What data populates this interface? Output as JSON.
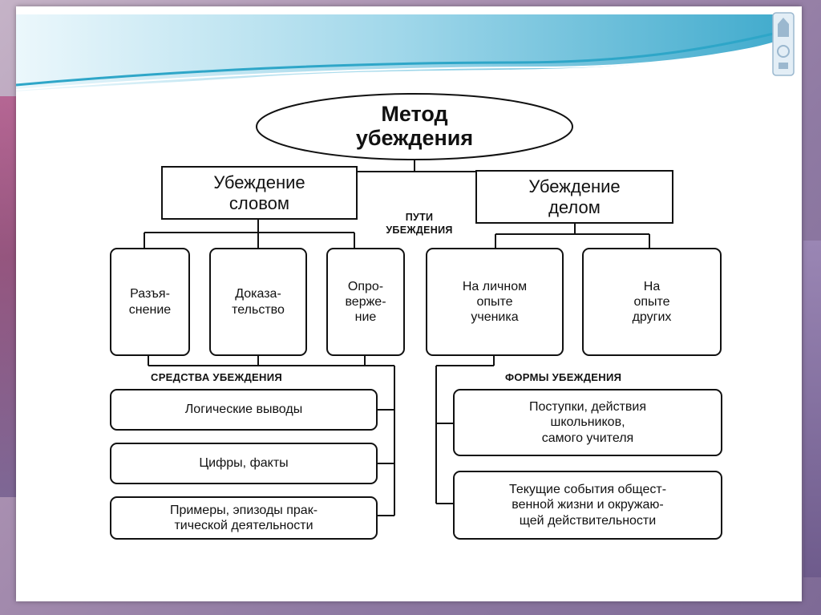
{
  "diagram": {
    "root": "Метод\nубеждения",
    "branches": {
      "word": "Убеждение\nсловом",
      "deed": "Убеждение\nделом"
    },
    "ways_label": "ПУТИ\nУБЕЖДЕНИЯ",
    "word_ways": [
      "Разъя-\nснение",
      "Доказа-\nтельство",
      "Опро-\nверже-\nние"
    ],
    "deed_ways": [
      "На личном\nопыте\nученика",
      "На\nопыте\nдругих"
    ],
    "means_label": "СРЕДСТВА УБЕЖДЕНИЯ",
    "means": [
      "Логические выводы",
      "Цифры, факты",
      "Примеры, эпизоды прак-\nтической деятельности"
    ],
    "forms_label": "ФОРМЫ УБЕЖДЕНИЯ",
    "forms": [
      "Поступки, действия\nшкольников,\nсамого учителя",
      "Текущие события общест-\nвенной жизни и окружаю-\nщей действительности"
    ]
  },
  "colors": {
    "wave_blue": "#2ea6c8",
    "wave_light": "#bfe6f2",
    "frame_purple": "#8f7aa3",
    "accent_magenta": "#b24f84"
  }
}
